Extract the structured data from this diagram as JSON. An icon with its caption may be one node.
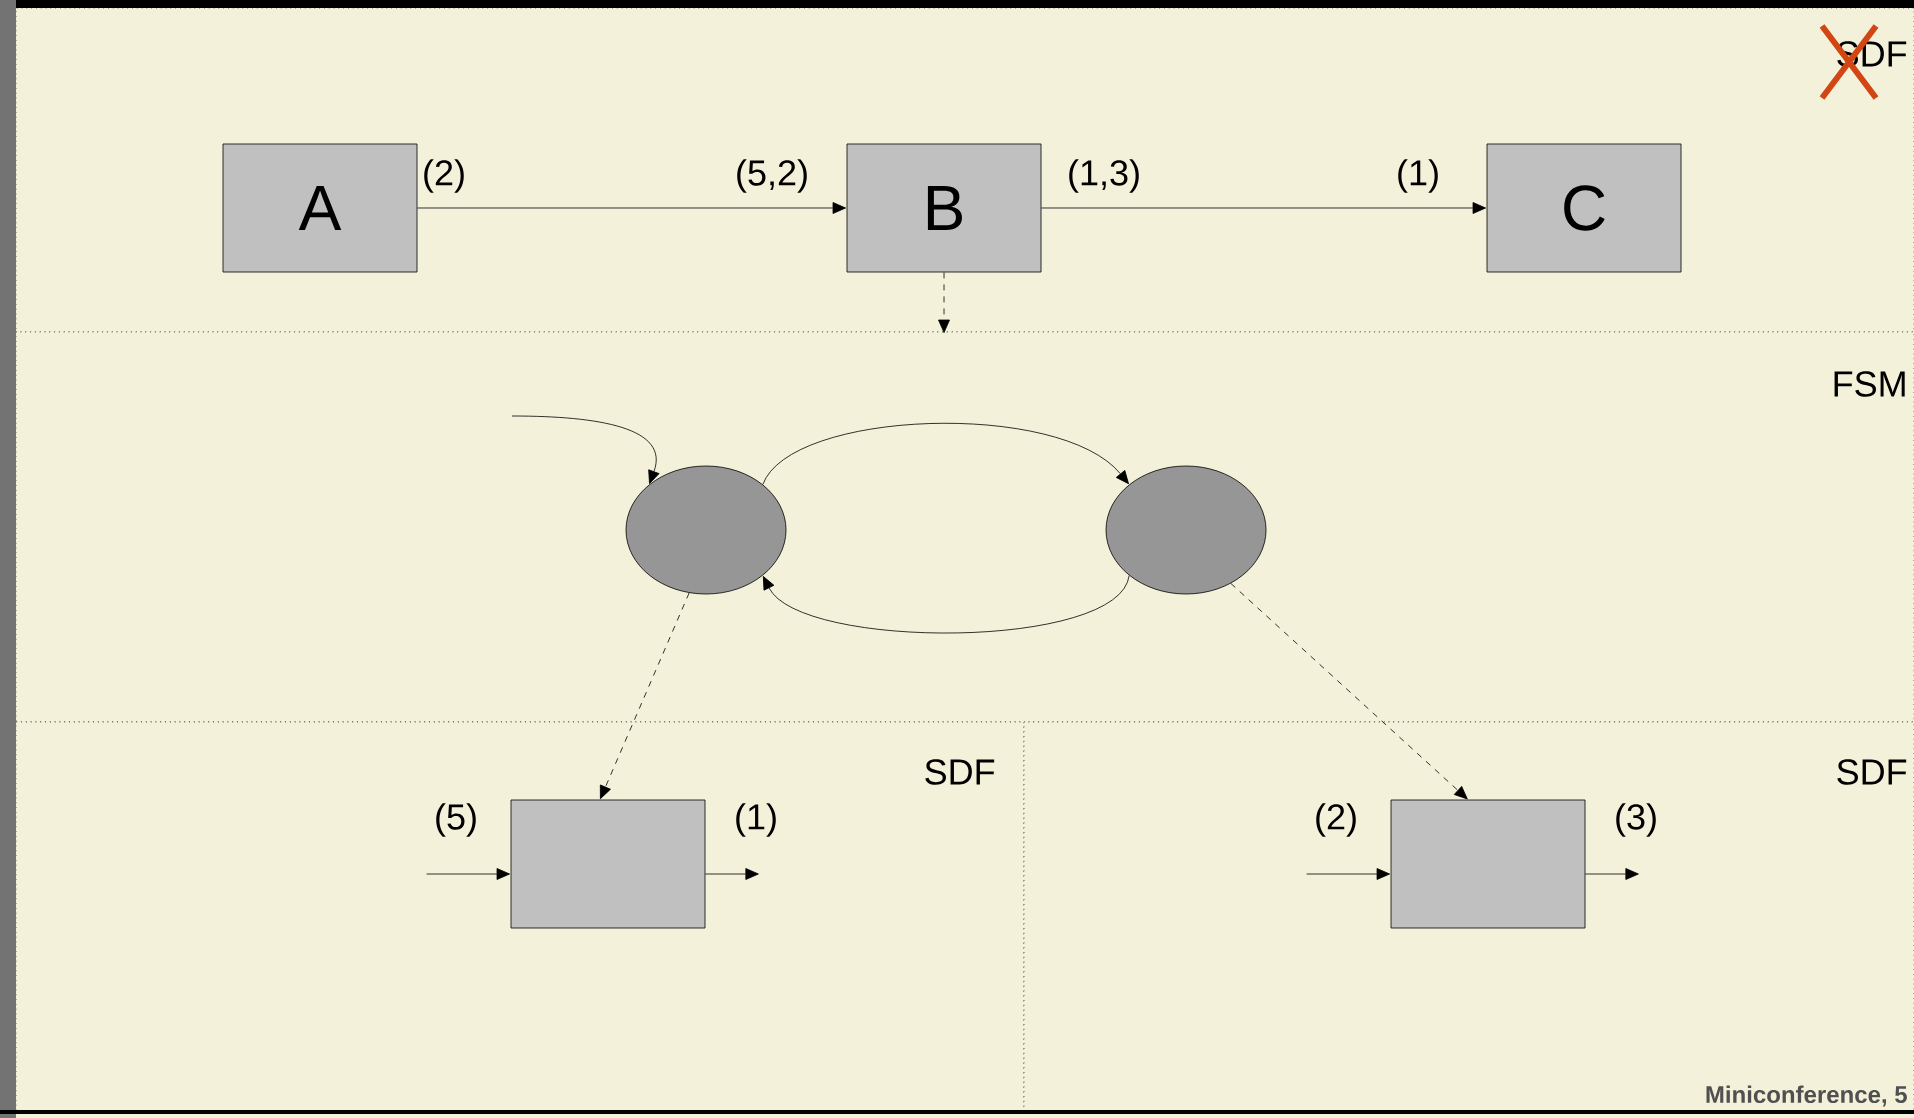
{
  "diagram": {
    "nodes": [
      {
        "text": [
          "SDF"
        ]
      },
      {
        "text": [
          "A"
        ],
        "in": 0
      },
      {
        "text": [
          "B"
        ],
        "in": 0
      },
      {
        "text": [
          "C"
        ],
        "in": 0
      },
      {
        "text": [
          "FSM"
        ]
      },
      {
        "text": [],
        "shape": "circle",
        "in": 4
      },
      {
        "text": [],
        "shape": "circle",
        "in": 4
      },
      {
        "text": [
          "SDF"
        ]
      },
      {
        "text": [],
        "shape": "box",
        "in": 7,
        "beside": [
          "(5)",
          "(1)"
        ]
      },
      {
        "text": [
          "SDF"
        ]
      },
      {
        "text": [],
        "shape": "box",
        "in": 9,
        "beside": [
          "(2)",
          "(3)"
        ]
      }
    ],
    "edges": [
      {
        "from": 1,
        "to": 2,
        "arrow": "to"
      },
      {
        "from": 2,
        "to": 3,
        "arrow": "to"
      },
      {
        "from": 2,
        "to": 4,
        "arrow": "to",
        "style": "dashed"
      },
      {
        "from": null,
        "to": 5,
        "arrow": "to"
      },
      {
        "from": 5,
        "to": 6,
        "arrow": "to"
      },
      {
        "from": 6,
        "to": 5,
        "arrow": "to"
      },
      {
        "from": 5,
        "to": 8,
        "arrow": "to",
        "style": "dashed"
      },
      {
        "from": 6,
        "to": 10,
        "arrow": "to",
        "style": "dashed"
      },
      {
        "from": null,
        "to": 8,
        "arrow": "to"
      },
      {
        "from": 8,
        "to": null,
        "arrow": "to"
      },
      {
        "from": null,
        "to": 10,
        "arrow": "to"
      },
      {
        "from": 10,
        "to": null,
        "arrow": "to"
      }
    ],
    "labels": [
      "(2)",
      "(5,2)",
      "(1,3)",
      "(1)",
      "Miniconference, 5"
    ]
  }
}
